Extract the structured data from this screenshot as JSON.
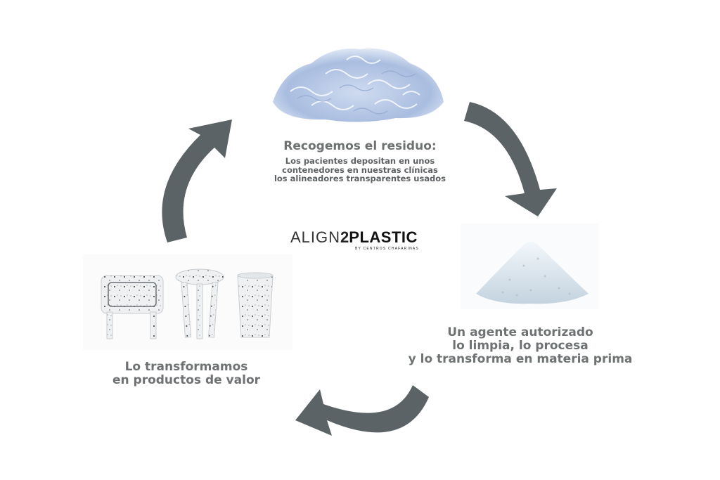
{
  "steps": [
    {
      "id": "collect",
      "title": "Recogemos el residuo:",
      "desc_lines": [
        "Los pacientes depositan en unos",
        "contenedores en nuestras clínicas",
        "los alineadores transparentes usados"
      ]
    },
    {
      "id": "process",
      "lines": [
        "Un agente autorizado",
        "lo limpia, lo procesa",
        "y lo transforma en materia prima"
      ]
    },
    {
      "id": "transform",
      "lines": [
        "Lo transformamos",
        "en productos de valor"
      ]
    }
  ],
  "logo": {
    "light": "ALIGN",
    "two": "2",
    "bold": "PLASTIC",
    "sub": "BY CENTROS CHAFARINAS"
  },
  "colors": {
    "arrow": "#5c6366",
    "text": "#6e7273"
  },
  "icons": [
    "aligner-pile-image",
    "pellet-pile-image",
    "furniture-products-image"
  ]
}
